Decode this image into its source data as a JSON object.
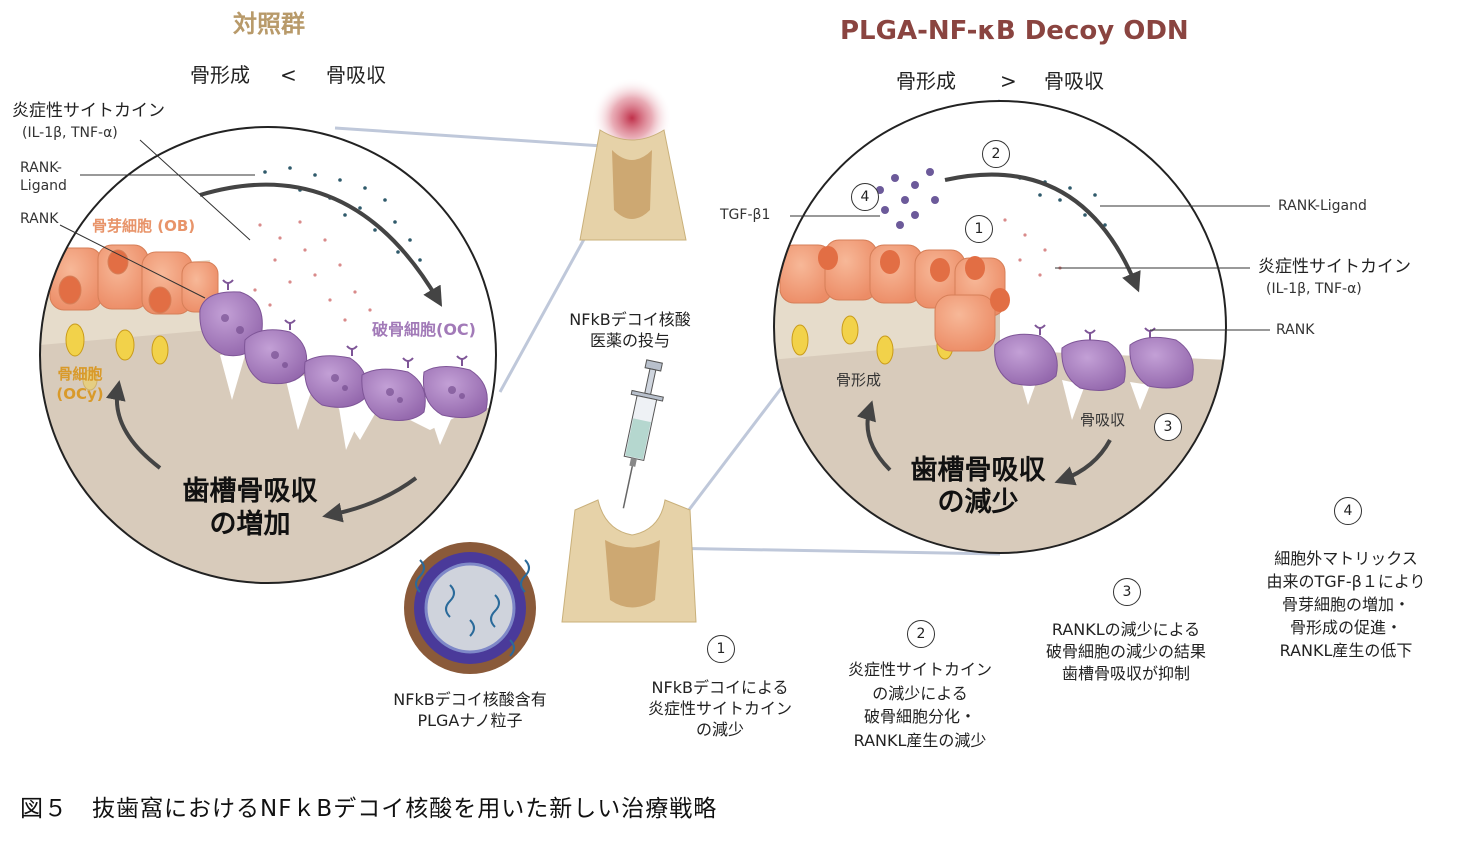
{
  "titles": {
    "control": "対照群",
    "treatment": "PLGA-NF-κB Decoy ODN"
  },
  "control_panel": {
    "relation_left": "骨形成",
    "relation_op": "<",
    "relation_right": "骨吸収",
    "cytokine": "炎症性サイトカイン",
    "cytokine_sub": "(IL-1β, TNF-α)",
    "rank_ligand_line1": "RANK-",
    "rank_ligand_line2": "Ligand",
    "rank": "RANK",
    "osteoblast": "骨芽細胞 (OB)",
    "osteoclast": "破骨細胞(OC)",
    "osteocyte_line1": "骨細胞",
    "osteocyte_line2": "(OCy)",
    "result_line1": "歯槽骨吸収",
    "result_line2": "の増加"
  },
  "treatment_panel": {
    "relation_left": "骨形成",
    "relation_op": ">",
    "relation_right": "骨吸収",
    "tgf": "TGF-β1",
    "rank_ligand": "RANK-Ligand",
    "cytokine": "炎症性サイトカイン",
    "cytokine_sub": "(IL-1β, TNF-α)",
    "rank": "RANK",
    "bone_formation": "骨形成",
    "bone_resorption": "骨吸収",
    "result_line1": "歯槽骨吸収",
    "result_line2": "の減少",
    "markers": [
      "1",
      "2",
      "3",
      "4"
    ]
  },
  "center": {
    "admin_line1": "NFkBデコイ核酸",
    "admin_line2": "医薬の投与",
    "particle_line1": "NFkBデコイ核酸含有",
    "particle_line2": "PLGAナノ粒子"
  },
  "steps": [
    {
      "num": "1",
      "lines": [
        "NFkBデコイによる",
        "炎症性サイトカイン",
        "の減少"
      ]
    },
    {
      "num": "2",
      "lines": [
        "炎症性サイトカイン",
        "の減少による",
        "破骨細胞分化・",
        "RANKL産生の減少"
      ]
    },
    {
      "num": "3",
      "lines": [
        "RANKLの減少による",
        "破骨細胞の減少の結果",
        "歯槽骨吸収が抑制"
      ]
    },
    {
      "num": "4",
      "lines": [
        "細胞外マトリックス",
        "由来のTGF-β１により",
        "骨芽細胞の増加・",
        "骨形成の促進・",
        "RANKL産生の低下"
      ]
    }
  ],
  "caption": "図５　抜歯窩におけるNFｋBデコイ核酸を用いた新しい治療戦略",
  "colors": {
    "bone": "#d9cdbd",
    "osteoblast": "#f2a07a",
    "osteoclast": "#a27ab8",
    "osteocyte": "#f2d24a",
    "title_control": "#b89a6a",
    "title_treatment": "#8a4440"
  }
}
